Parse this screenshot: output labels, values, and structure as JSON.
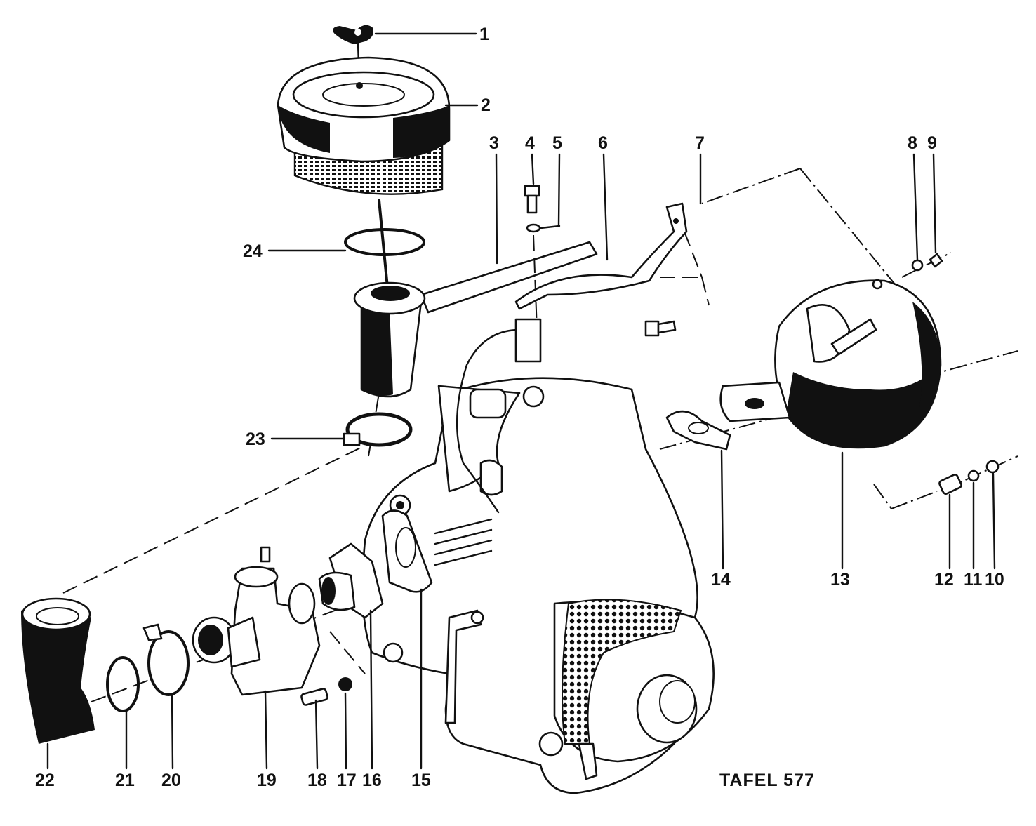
{
  "title": "TAFEL 577",
  "labels": [
    "1",
    "2",
    "3",
    "4",
    "5",
    "6",
    "7",
    "8",
    "9",
    "10",
    "11",
    "12",
    "13",
    "14",
    "15",
    "16",
    "17",
    "18",
    "19",
    "20",
    "21",
    "22",
    "23",
    "24"
  ],
  "colors": {
    "ink": "#111111",
    "paper": "#ffffff"
  }
}
